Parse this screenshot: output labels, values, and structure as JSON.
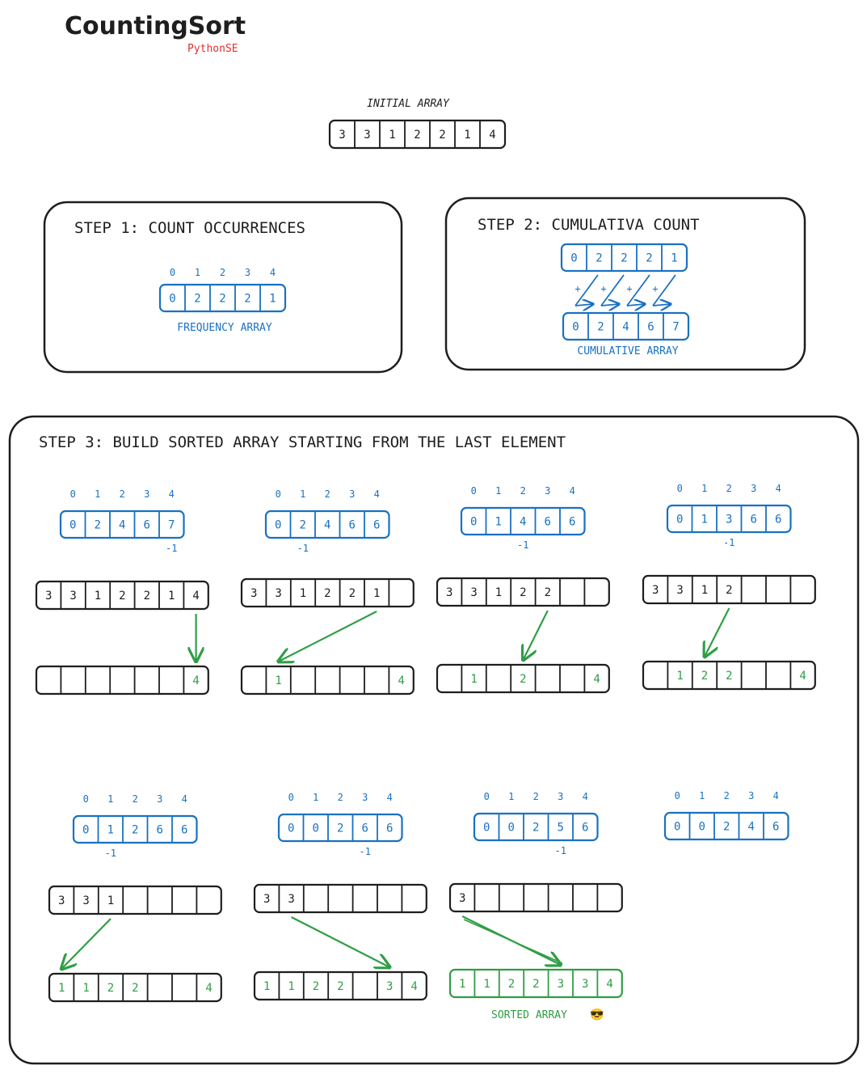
{
  "header": {
    "title": "CountingSort",
    "subtitle": "PythonSE"
  },
  "colors": {
    "black": "#1e1e1e",
    "blue": "#1971c2",
    "green": "#2f9e44",
    "red": "#e03131"
  },
  "initial": {
    "label": "INITIAL ARRAY",
    "values": [
      "3",
      "3",
      "1",
      "2",
      "2",
      "1",
      "4"
    ]
  },
  "step1": {
    "title": "STEP 1: COUNT OCCURRENCES",
    "indices": [
      "0",
      "1",
      "2",
      "3",
      "4"
    ],
    "values": [
      "0",
      "2",
      "2",
      "2",
      "1"
    ],
    "caption": "FREQUENCY ARRAY"
  },
  "step2": {
    "title": "STEP 2: CUMULATIVA COUNT",
    "top": [
      "0",
      "2",
      "2",
      "2",
      "1"
    ],
    "plus": [
      "+",
      "+",
      "+",
      "+"
    ],
    "bottom": [
      "0",
      "2",
      "4",
      "6",
      "7"
    ],
    "caption": "CUMULATIVE ARRAY"
  },
  "step3": {
    "title": "STEP 3: BUILD SORTED ARRAY STARTING FROM THE LAST ELEMENT",
    "minus": "-1",
    "indices": [
      "0",
      "1",
      "2",
      "3",
      "4"
    ],
    "iterations": [
      {
        "counts": [
          "0",
          "2",
          "4",
          "6",
          "7"
        ],
        "source": [
          "3",
          "3",
          "1",
          "2",
          "2",
          "1",
          "4"
        ],
        "output": [
          "",
          "",
          "",
          "",
          "",
          "",
          "4"
        ],
        "minus_at": 4,
        "from": 6,
        "to": 6
      },
      {
        "counts": [
          "0",
          "2",
          "4",
          "6",
          "6"
        ],
        "source": [
          "3",
          "3",
          "1",
          "2",
          "2",
          "1",
          ""
        ],
        "output": [
          "",
          "1",
          "",
          "",
          "",
          "",
          "4"
        ],
        "minus_at": 1,
        "from": 5,
        "to": 1
      },
      {
        "counts": [
          "0",
          "1",
          "4",
          "6",
          "6"
        ],
        "source": [
          "3",
          "3",
          "1",
          "2",
          "2",
          "",
          ""
        ],
        "output": [
          "",
          "1",
          "",
          "2",
          "",
          "",
          "4"
        ],
        "minus_at": 2,
        "from": 4,
        "to": 3
      },
      {
        "counts": [
          "0",
          "1",
          "3",
          "6",
          "6"
        ],
        "source": [
          "3",
          "3",
          "1",
          "2",
          "",
          "",
          ""
        ],
        "output": [
          "",
          "1",
          "2",
          "2",
          "",
          "",
          "4"
        ],
        "minus_at": 2,
        "from": 3,
        "to": 2
      },
      {
        "counts": [
          "0",
          "1",
          "2",
          "6",
          "6"
        ],
        "source": [
          "3",
          "3",
          "1",
          "",
          "",
          "",
          ""
        ],
        "output": [
          "1",
          "1",
          "2",
          "2",
          "",
          "",
          "4"
        ],
        "minus_at": 1,
        "from": 2,
        "to": 0
      },
      {
        "counts": [
          "0",
          "0",
          "2",
          "6",
          "6"
        ],
        "source": [
          "3",
          "3",
          "",
          "",
          "",
          "",
          ""
        ],
        "output": [
          "1",
          "1",
          "2",
          "2",
          "",
          "3",
          "4"
        ],
        "minus_at": 3,
        "from": 1,
        "to": 5
      },
      {
        "counts": [
          "0",
          "0",
          "2",
          "5",
          "6"
        ],
        "source": [
          "3",
          "",
          "",
          "",
          "",
          "",
          ""
        ],
        "output": [
          "1",
          "1",
          "2",
          "2",
          "3",
          "3",
          "4"
        ],
        "minus_at": 3,
        "from": 0,
        "to": 4
      },
      {
        "counts": [
          "0",
          "0",
          "2",
          "4",
          "6"
        ],
        "source": null,
        "output": null
      }
    ],
    "sorted_caption": "SORTED ARRAY",
    "sorted_emoji": "😎"
  }
}
